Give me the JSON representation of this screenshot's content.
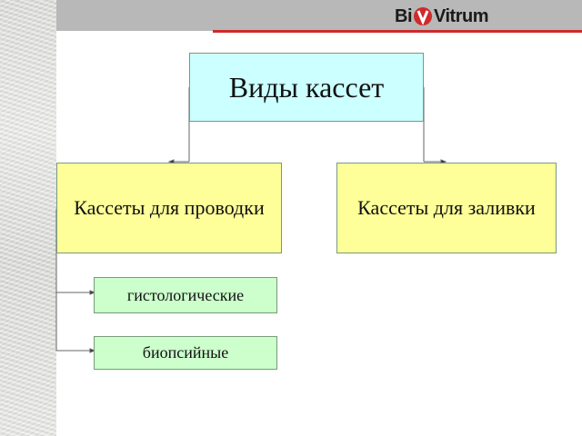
{
  "header": {
    "logo": {
      "text_left": "Bi",
      "text_right": "Vitrum",
      "icon": "biovitrum-logo-icon",
      "accent": "#cf2a2a"
    },
    "band_color": "#b8b8b8"
  },
  "diagram": {
    "root": {
      "label": "Виды кассет",
      "color": "#ccffff"
    },
    "children": [
      {
        "label": "Кассеты для проводки",
        "color": "#ffff99",
        "children": [
          {
            "label": "гистологические",
            "color": "#ccffcc"
          },
          {
            "label": "биопсийные",
            "color": "#ccffcc"
          }
        ]
      },
      {
        "label": "Кассеты для заливки",
        "color": "#ffff99"
      }
    ]
  }
}
